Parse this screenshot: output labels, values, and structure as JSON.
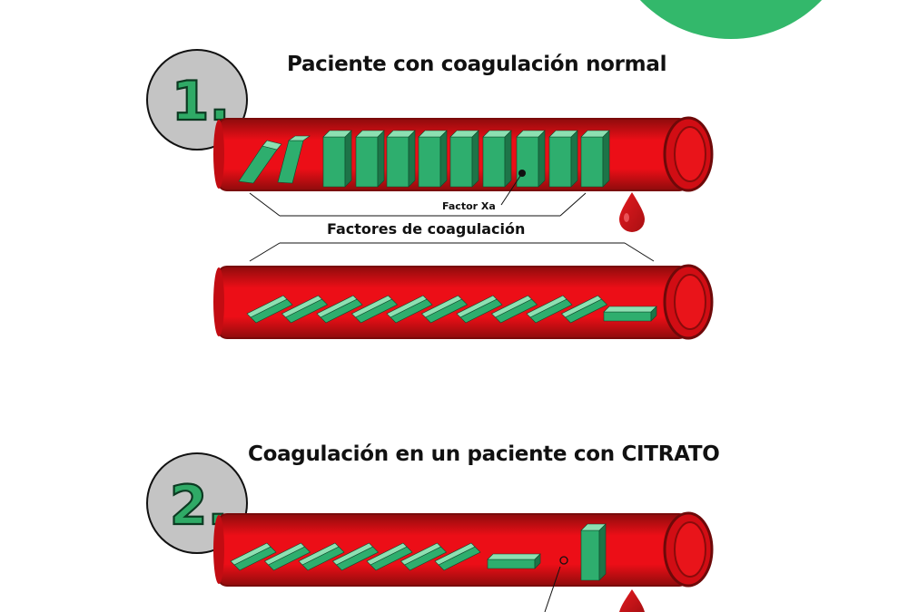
{
  "section1": {
    "number": "1.",
    "title": "Paciente con coagulación normal"
  },
  "section2": {
    "number": "2.",
    "title": "Coagulación en un paciente con CITRATO"
  },
  "labels": {
    "factor_xa": "Factor Xa",
    "factores_coagulacion": "Factores de coagulación"
  },
  "colors": {
    "vessel": "#e00b13",
    "vessel_dark": "#8e0c0c",
    "domino_front": "#2eae6e",
    "domino_side": "#1d7448",
    "domino_top": "#8de0b2",
    "number_fill": "#2faa66",
    "badge_fill": "#c4c4c4",
    "accent_circle": "#33b86b"
  }
}
